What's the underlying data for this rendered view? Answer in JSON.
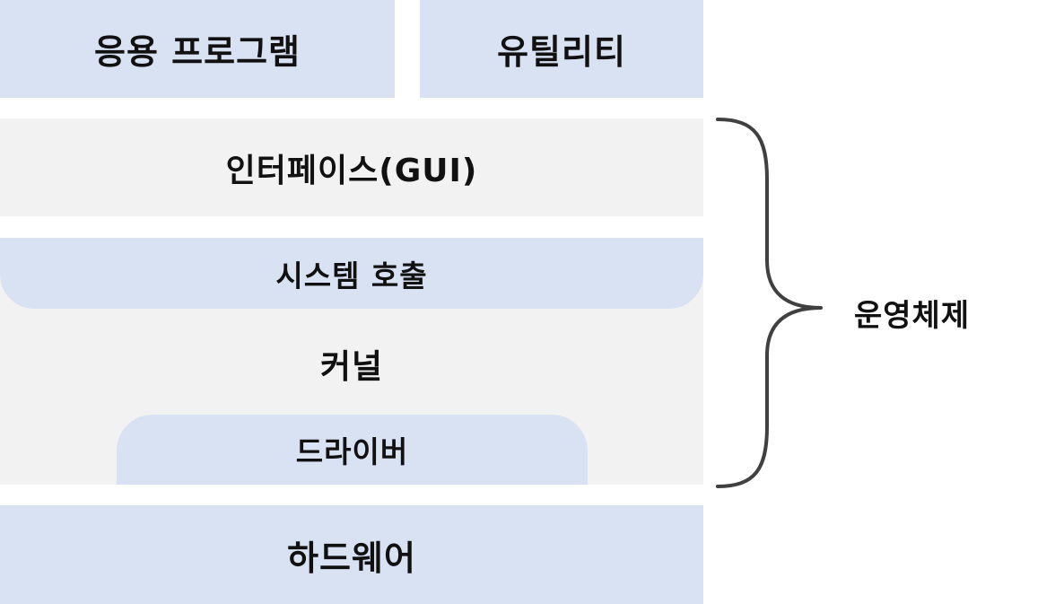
{
  "layers": {
    "application": "응용 프로그램",
    "utility": "유틸리티",
    "interface": "인터페이스(GUI)",
    "system_call": "시스템 호출",
    "kernel": "커널",
    "driver": "드라이버",
    "hardware": "하드웨어"
  },
  "brace": {
    "label": "운영체제"
  },
  "colors": {
    "blue_block": "#d9e2f3",
    "gray_block": "#f2f2f2",
    "brace_stroke": "#404040",
    "text": "#111111"
  }
}
